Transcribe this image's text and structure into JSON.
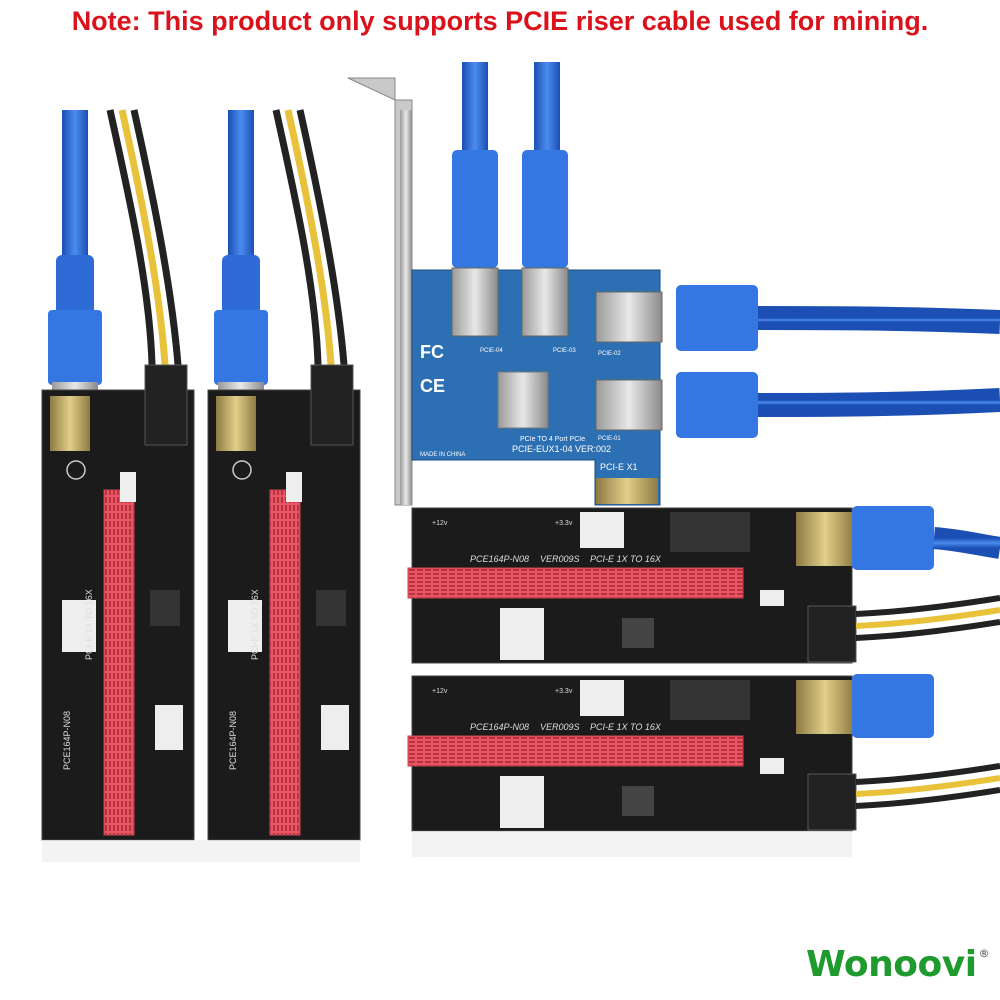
{
  "note": "Note: This product only supports PCIE riser cable used for mining.",
  "brand": {
    "name": "Wonoovi",
    "mark": "®"
  },
  "adapter_card": {
    "title": "PCIe TO 4 Port PCIe",
    "model": "PCIE-EUX1-04  VER:002",
    "slot": "PCI-E X1",
    "origin": "MADE IN CHINA",
    "ports": [
      "PCIE-04",
      "PCIE-03",
      "PCIE-02",
      "PCIE-01"
    ],
    "fcc": "FC",
    "ce": "CE"
  },
  "riser": {
    "model": "PCE164P-N08",
    "version": "VER009S",
    "desc": "PCI-E 1X TO 16X",
    "v12": "+12v",
    "v33": "+3.3v"
  },
  "colors": {
    "note": "#d9121b",
    "brand": "#1f9a2f",
    "usb_blue": "#2e6bd6",
    "pcb_dark": "#1b1b1b",
    "slot_red": "#e85563",
    "adapter_pcb": "#2d6fb3"
  }
}
